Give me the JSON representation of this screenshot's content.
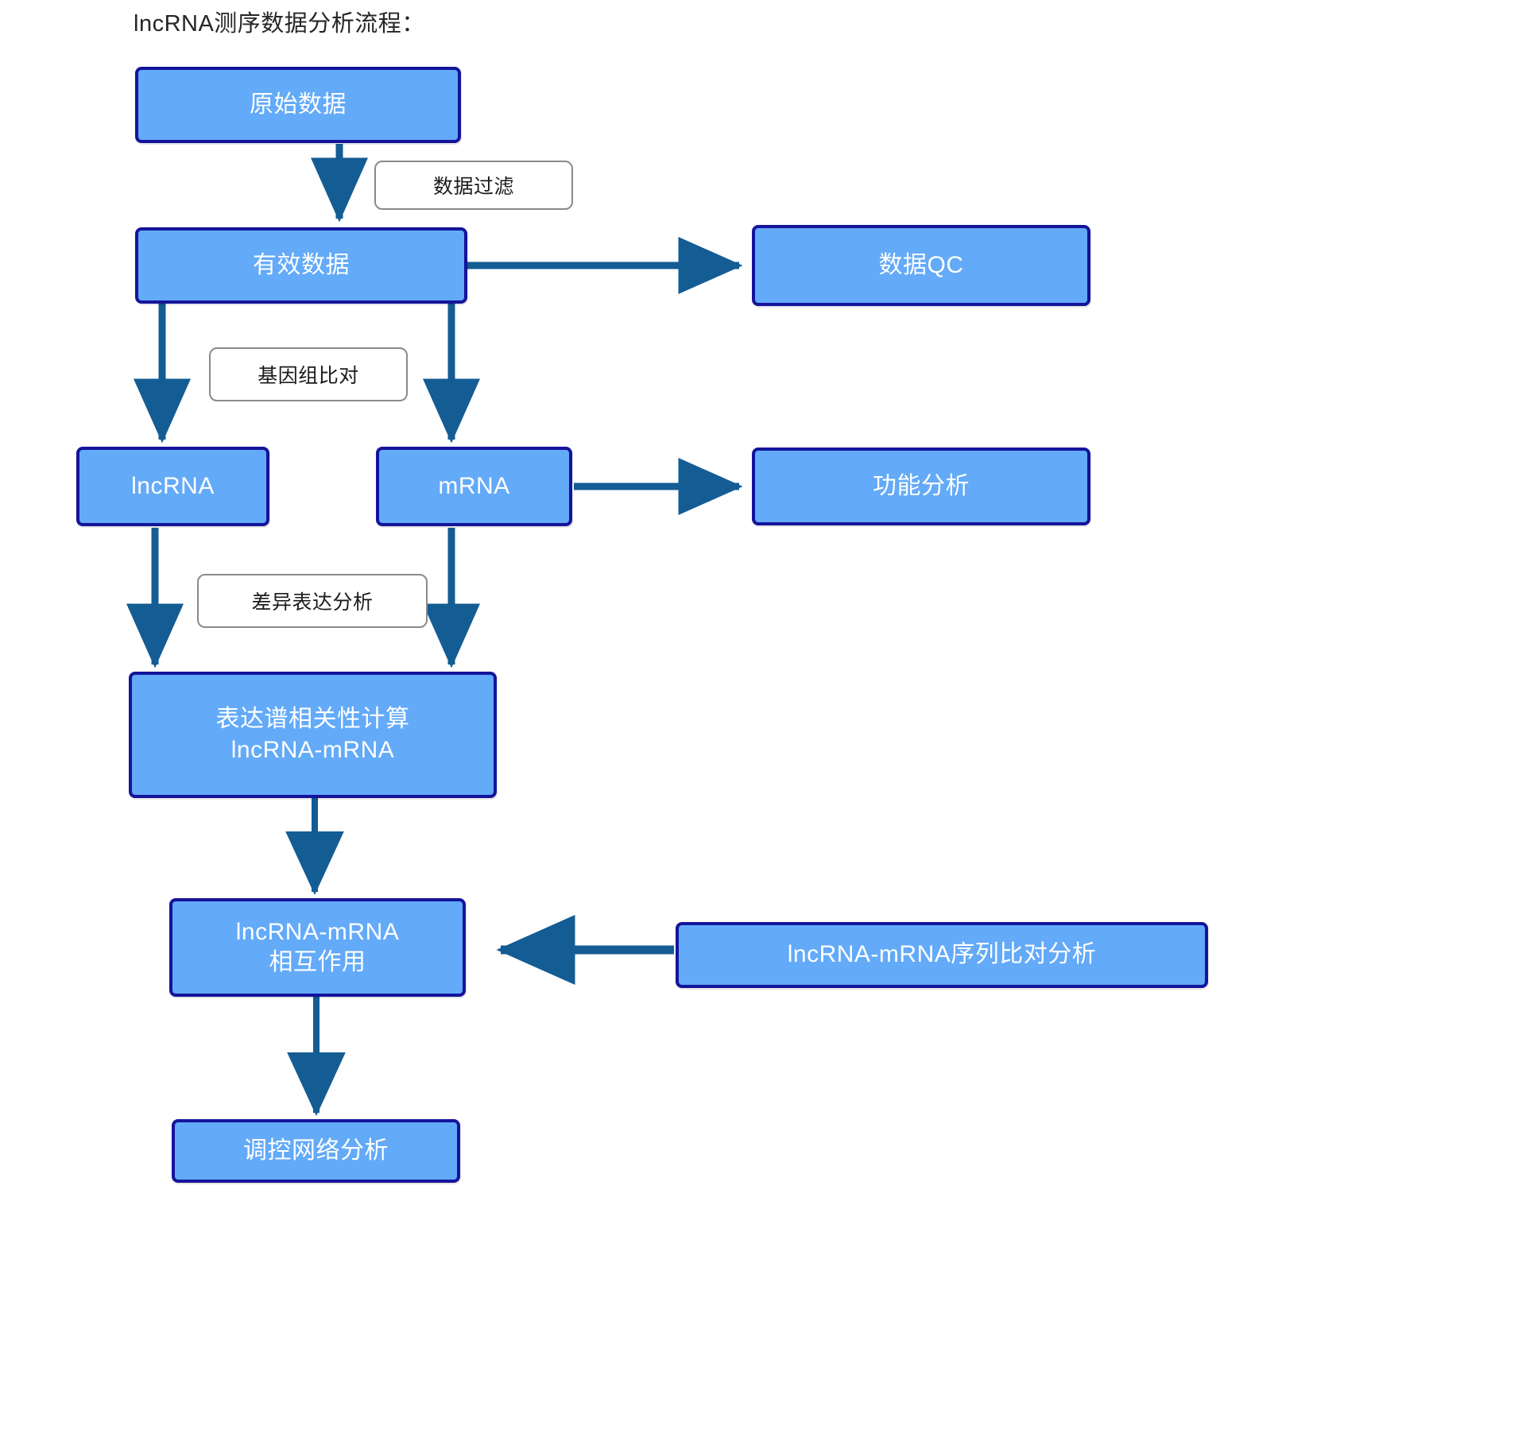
{
  "title": "lncRNA测序数据分析流程：",
  "colors": {
    "node_fill": "#63AAF8",
    "node_border": "#14149B",
    "node_text": "#FFFFFF",
    "arrow": "#145C94",
    "label_border": "#8A8A8A",
    "label_fill": "#FFFFFF",
    "background": "#FFFFFF"
  },
  "diagram": {
    "type": "flowchart",
    "nodes": [
      {
        "id": "raw_data",
        "label": "原始数据",
        "lines": [
          "原始数据"
        ]
      },
      {
        "id": "valid_data",
        "label": "有效数据",
        "lines": [
          "有效数据"
        ]
      },
      {
        "id": "data_qc",
        "label": "数据QC",
        "lines": [
          "数据QC"
        ]
      },
      {
        "id": "lncrna",
        "label": "lncRNA",
        "lines": [
          "lncRNA"
        ]
      },
      {
        "id": "mrna",
        "label": "mRNA",
        "lines": [
          "mRNA"
        ]
      },
      {
        "id": "func_analysis",
        "label": "功能分析",
        "lines": [
          "功能分析"
        ]
      },
      {
        "id": "corr_calc",
        "label": "表达谱相关性计算 lncRNA-mRNA",
        "lines": [
          "表达谱相关性计算",
          "lncRNA-mRNA"
        ]
      },
      {
        "id": "interaction",
        "label": "lncRNA-mRNA 相互作用",
        "lines": [
          "lncRNA-mRNA",
          "相互作用"
        ]
      },
      {
        "id": "seq_align",
        "label": "lncRNA-mRNA序列比对分析",
        "lines": [
          "lncRNA-mRNA序列比对分析"
        ]
      },
      {
        "id": "network",
        "label": "调控网络分析",
        "lines": [
          "调控网络分析"
        ]
      }
    ],
    "edges": [
      {
        "from": "raw_data",
        "to": "valid_data",
        "label": "数据过滤",
        "direction": "down"
      },
      {
        "from": "valid_data",
        "to": "data_qc",
        "label": "",
        "direction": "right"
      },
      {
        "from": "valid_data",
        "to": "lncrna",
        "label": "基因组比对",
        "direction": "down"
      },
      {
        "from": "valid_data",
        "to": "mrna",
        "label": "",
        "direction": "down"
      },
      {
        "from": "mrna",
        "to": "func_analysis",
        "label": "",
        "direction": "right"
      },
      {
        "from": "lncrna",
        "to": "corr_calc",
        "label": "差异表达分析",
        "direction": "down"
      },
      {
        "from": "mrna",
        "to": "corr_calc",
        "label": "",
        "direction": "down"
      },
      {
        "from": "corr_calc",
        "to": "interaction",
        "label": "",
        "direction": "down"
      },
      {
        "from": "seq_align",
        "to": "interaction",
        "label": "",
        "direction": "left"
      },
      {
        "from": "interaction",
        "to": "network",
        "label": "",
        "direction": "down"
      }
    ],
    "edge_labels": [
      {
        "id": "filter",
        "text": "数据过滤"
      },
      {
        "id": "genome",
        "text": "基因组比对"
      },
      {
        "id": "diffexpr",
        "text": "差异表达分析"
      }
    ]
  }
}
